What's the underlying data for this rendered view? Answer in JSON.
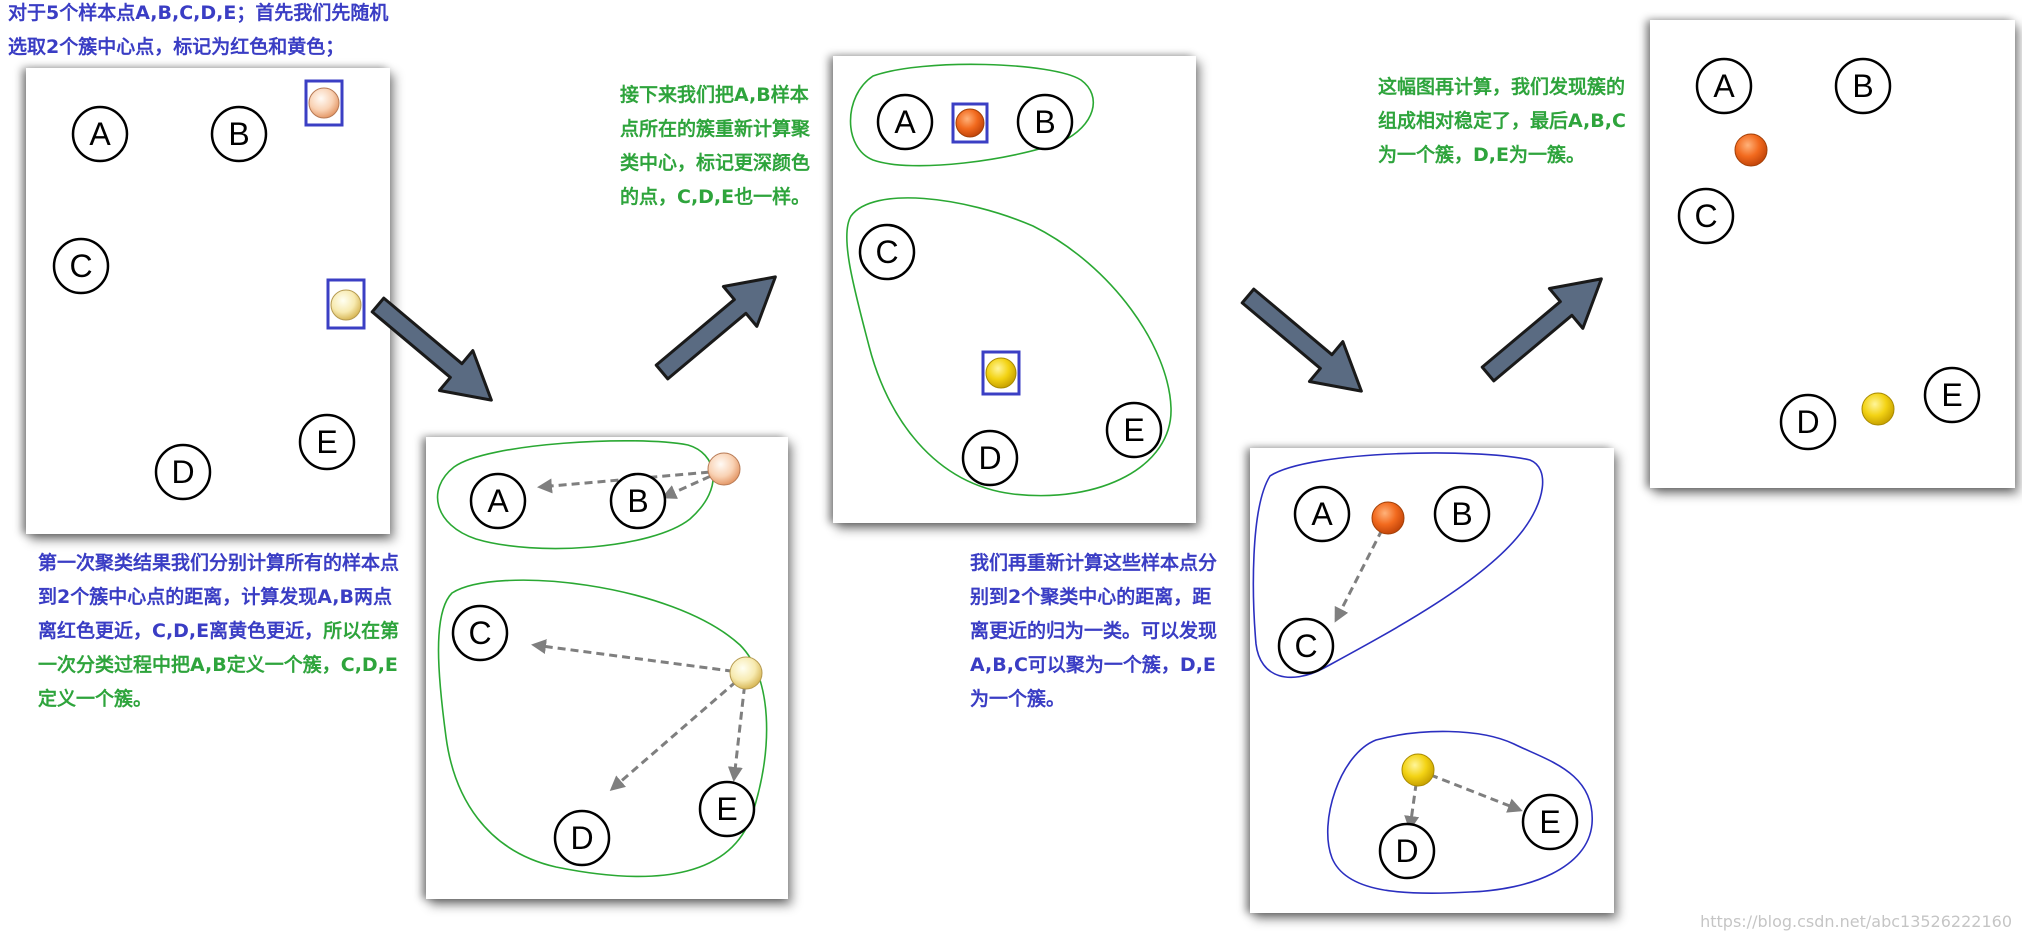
{
  "colors": {
    "text_blue": "#3a3dc4",
    "text_green": "#2ea43c",
    "cluster_green": "#2aa833",
    "cluster_blue": "#2b2fc0",
    "center_red": "#f47a2a",
    "center_red_light": "#f7c4a0",
    "center_yellow": "#f2d21a",
    "center_yellow_light": "#f5e3a3",
    "arrow_fill": "#5a6b82"
  },
  "captions": {
    "step1": [
      "对于5个样本点A,B,C,D,E；首先我们先随机",
      "选取2个簇中心点，标记为红色和黄色；"
    ],
    "step2_blue": [
      "第一次聚类结果我们分别计算所有的样本点",
      "到2个簇中心点的距离，计算发现A,B两点",
      "离红色更近，C,D,E离黄色更近，"
    ],
    "step2_green": [
      "所以在第",
      "一次分类过程中把A,B定义一个簇，C,D,E",
      "定义一个簇。"
    ],
    "step3": [
      "接下来我们把A,B样本",
      "点所在的簇重新计算聚",
      "类中心，标记更深颜色",
      "的点，C,D,E也一样。"
    ],
    "step4": [
      "我们再重新计算这些样本点分",
      "别到2个聚类中心的距离，距",
      "离更近的归为一类。可以发现",
      "A,B,C可以聚为一个簇，D,E",
      "为一个簇。"
    ],
    "step5": [
      "这幅图再计算，我们发现簇的",
      "组成相对稳定了，最后A,B,C",
      "为一个簇，D,E为一簇。"
    ]
  },
  "labels": {
    "a": "A",
    "b": "B",
    "c": "C",
    "d": "D",
    "e": "E"
  },
  "watermark": "https://blog.csdn.net/abc13526222160"
}
